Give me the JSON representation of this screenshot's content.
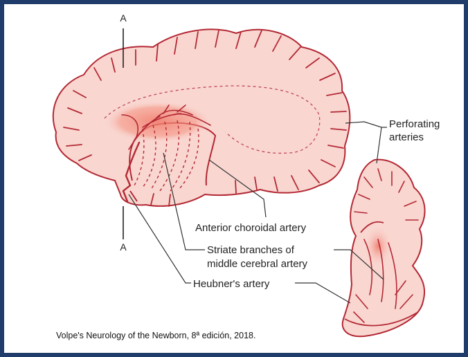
{
  "colors": {
    "border": "#1f3c6b",
    "tissue_fill": "#f9d6d0",
    "outline": "#b32834",
    "highlight": "#f07b6b",
    "leader_line": "#333333"
  },
  "section_marker": {
    "top": "A",
    "bottom": "A"
  },
  "labels": {
    "perforating_line1": "Perforating",
    "perforating_line2": "arteries",
    "anterior_choroidal": "Anterior choroidal artery",
    "striate_line1": "Striate branches of",
    "striate_line2": "middle cerebral artery",
    "heubner": "Heubner's artery"
  },
  "credit": "Volpe's Neurology of the Newborn, 8ª edición, 2018."
}
